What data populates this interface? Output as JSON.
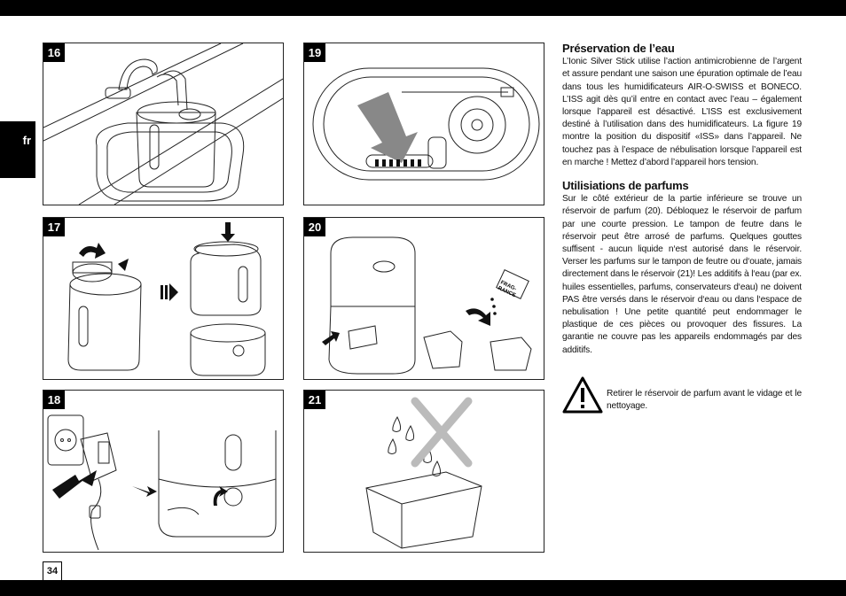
{
  "lang_tab": "fr",
  "page_number": "34",
  "figures": [
    {
      "num": "16"
    },
    {
      "num": "17"
    },
    {
      "num": "18"
    },
    {
      "num": "19"
    },
    {
      "num": "20"
    },
    {
      "num": "21"
    }
  ],
  "fig20_bottle_label": "FRAG-\nRANCE",
  "fig19_lid_label": "",
  "section1": {
    "title": "Préservation de l’eau",
    "body": "L’Ionic Silver Stick utilise l’action antimicrobienne de l’argent et assure pendant une saison une épuration optimale de l’eau dans tous les humidificateurs AIR-O-SWISS et BONECO. L’ISS agit dès qu’il entre en contact avec l’eau – également lorsque l’appareil est désactivé. L’ISS est exclusivement destiné à l’utilisation dans des humidificateurs. La figure 19 montre la position du dispositif «ISS» dans l’appareil. Ne touchez pas à l’espace de nébulisation lorsque l’appareil est en marche ! Mettez d’abord l’appareil hors tension."
  },
  "section2": {
    "title": "Utilisiations de parfums",
    "body": "Sur le côté extérieur de la partie inférieure se trouve un réservoir de parfum (20). Débloquez le réservoir de parfum par une courte pression. Le tampon de feutre dans le réservoir peut être arrosé de parfums. Quelques gouttes suffisent - aucun liquide n‘est autorisé dans le réservoir. Verser les parfums sur le tampon de feutre ou d‘ouate, jamais directement dans le réservoir (21)! Les additifs à l‘eau (par ex. huiles essentielles, parfums, conservateurs d‘eau) ne doivent PAS être versés dans le réservoir d‘eau ou dans l‘espace de nebulisation ! Une petite quantité peut endommager le plastique de ces pièces ou provoquer des fissures. La garantie ne couvre pas les appareils endommagés par des additifs."
  },
  "warning": {
    "icon": "warning-triangle-icon",
    "text": "Retirer le réservoir de parfum avant le vidage et le nettoyage."
  }
}
